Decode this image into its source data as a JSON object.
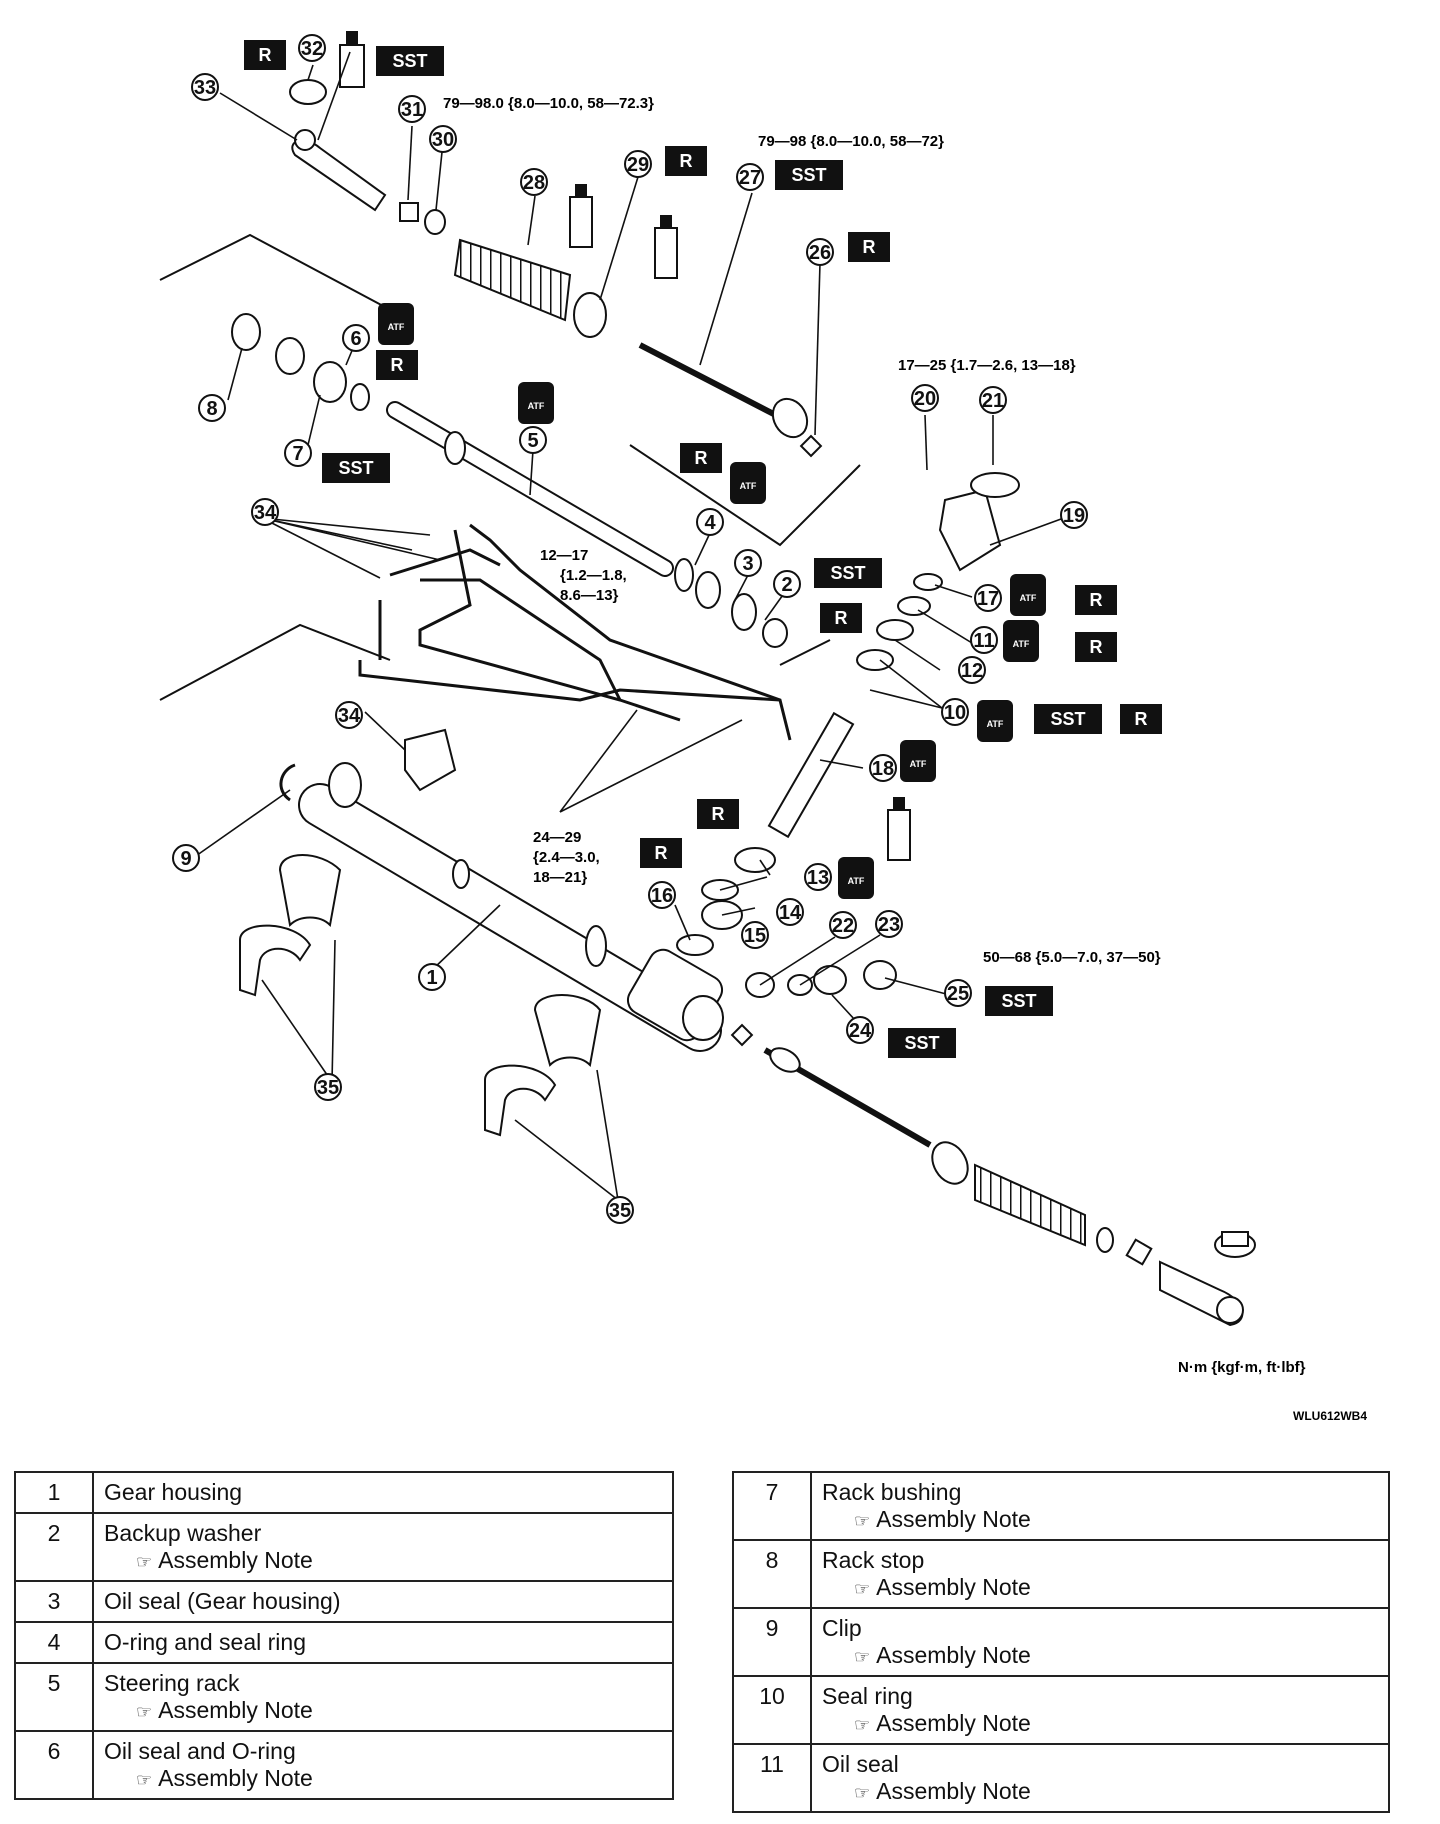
{
  "diagram": {
    "units_label": "N·m {kgf·m, ft·lbf}",
    "figure_code": "WLU612WB4",
    "badges": {
      "r": "R",
      "sst": "SST",
      "atf": "ATF"
    },
    "torque_specs": {
      "t1": "79—98.0 {8.0—10.0, 58—72.3}",
      "t2": "79—98 {8.0—10.0, 58—72}",
      "t3": "17—25 {1.7—2.6, 13—18}",
      "t4_line1": "12—17",
      "t4_line2": "{1.2—1.8,",
      "t4_line3": "8.6—13}",
      "t5_line1": "24—29",
      "t5_line2": "{2.4—3.0,",
      "t5_line3": "18—21}",
      "t6": "50—68 {5.0—7.0, 37—50}"
    },
    "callouts": [
      "1",
      "2",
      "3",
      "4",
      "5",
      "6",
      "7",
      "8",
      "9",
      "10",
      "11",
      "12",
      "13",
      "14",
      "15",
      "16",
      "17",
      "18",
      "19",
      "20",
      "21",
      "22",
      "23",
      "24",
      "25",
      "26",
      "27",
      "28",
      "29",
      "30",
      "31",
      "32",
      "33",
      "34",
      "35"
    ]
  },
  "parts_left": [
    {
      "num": "1",
      "name": "Gear housing",
      "note": ""
    },
    {
      "num": "2",
      "name": "Backup washer",
      "note": "Assembly Note"
    },
    {
      "num": "3",
      "name": "Oil seal (Gear housing)",
      "note": ""
    },
    {
      "num": "4",
      "name": "O-ring and seal ring",
      "note": ""
    },
    {
      "num": "5",
      "name": "Steering rack",
      "note": "Assembly Note"
    },
    {
      "num": "6",
      "name": "Oil seal and O-ring",
      "note": "Assembly Note"
    }
  ],
  "parts_right": [
    {
      "num": "7",
      "name": "Rack bushing",
      "note": "Assembly Note"
    },
    {
      "num": "8",
      "name": "Rack stop",
      "note": "Assembly Note"
    },
    {
      "num": "9",
      "name": "Clip",
      "note": "Assembly Note"
    },
    {
      "num": "10",
      "name": "Seal ring",
      "note": "Assembly Note"
    },
    {
      "num": "11",
      "name": "Oil seal",
      "note": "Assembly Note"
    }
  ]
}
